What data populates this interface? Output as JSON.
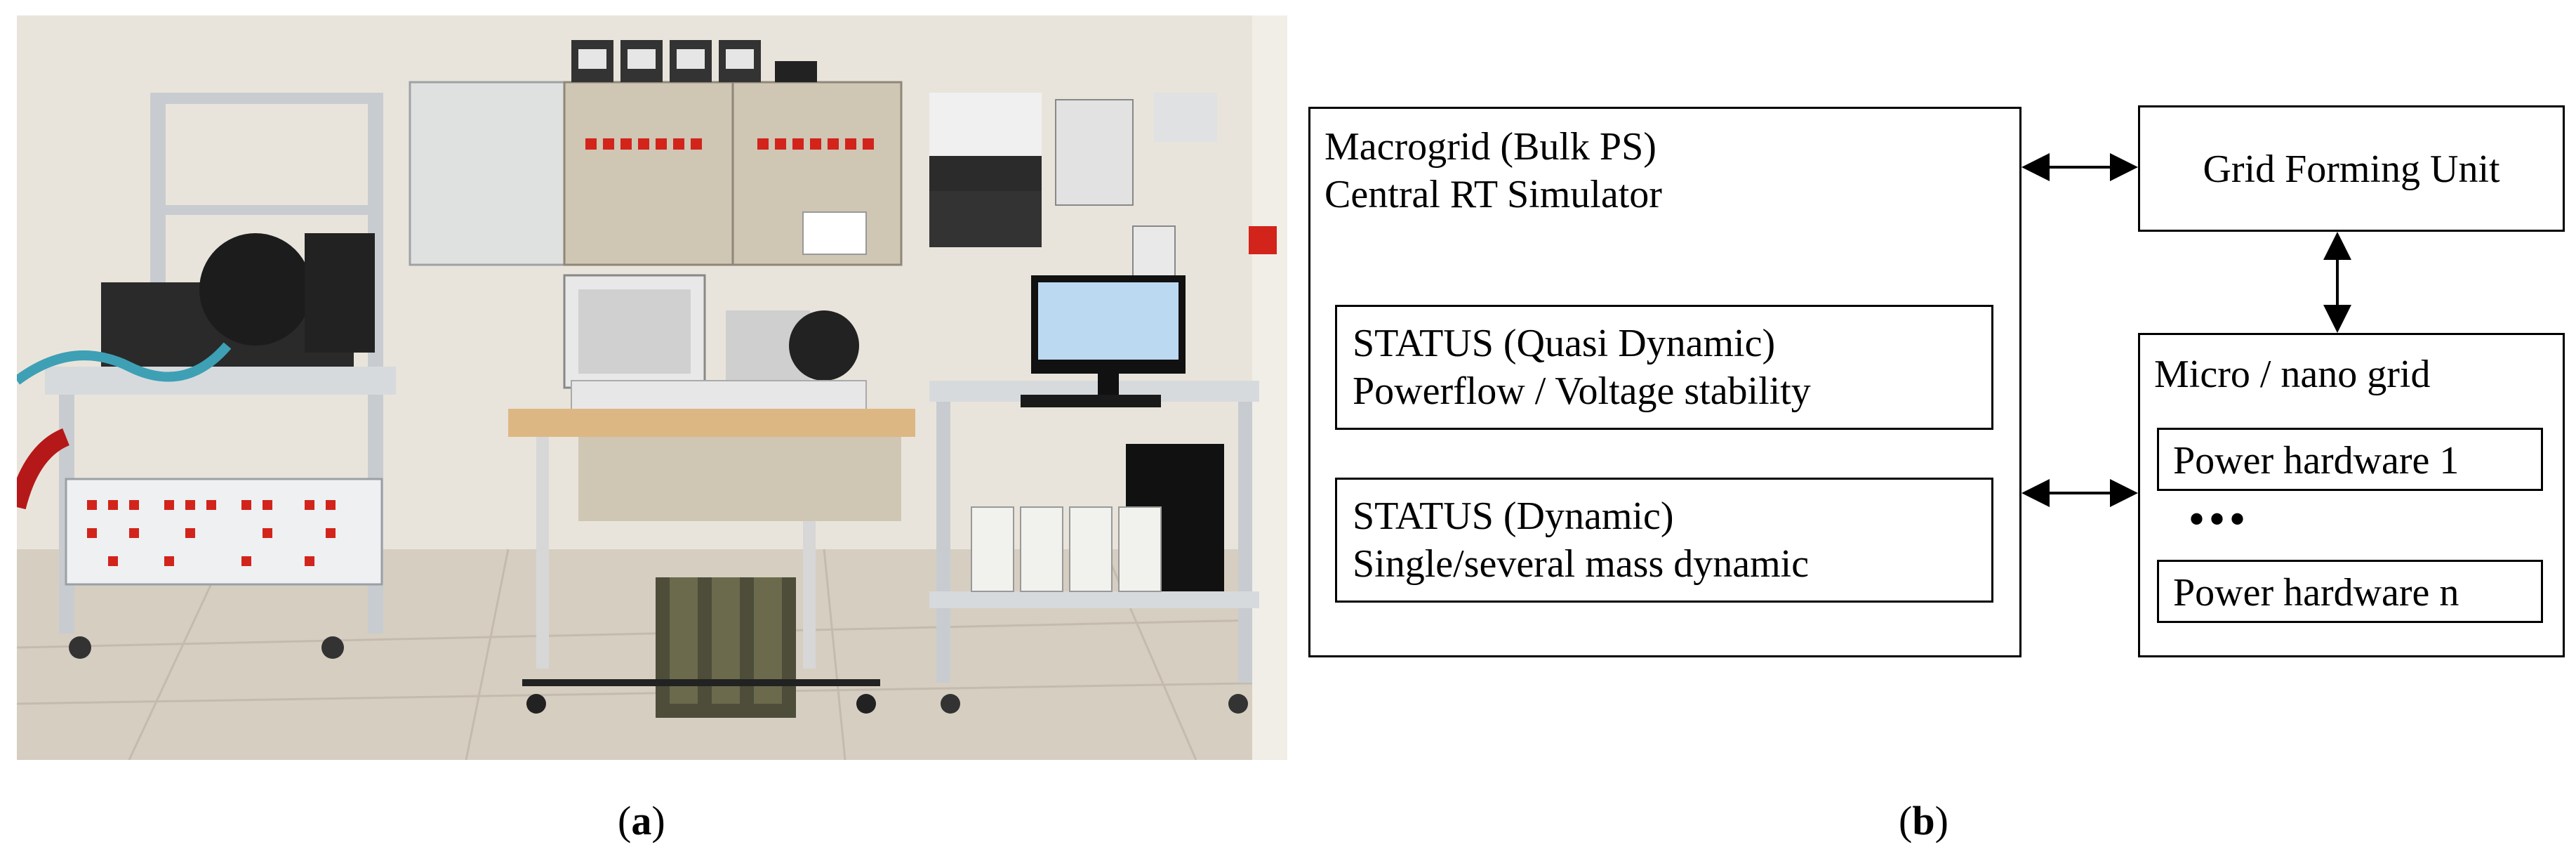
{
  "panel_a": {
    "caption_letter": "a",
    "photo_description_icon": "laboratory-photo"
  },
  "panel_b": {
    "caption_letter": "b",
    "macrogrid": {
      "line1": "Macrogrid (Bulk PS)",
      "line2": "Central RT Simulator"
    },
    "status_quasi": {
      "line1": "STATUS (Quasi Dynamic)",
      "line2": "Powerflow / Voltage stability"
    },
    "status_dynamic": {
      "line1": "STATUS (Dynamic)",
      "line2": "Single/several mass dynamic"
    },
    "grid_forming": "Grid Forming Unit",
    "micro_grid": {
      "title": "Micro /  nano grid",
      "hw1": "Power hardware 1",
      "dots": "•••",
      "hwn": "Power hardware n"
    }
  },
  "colors": {
    "wall": "#e9e4db",
    "floor": "#d9d2c6",
    "frame": "#c8ccd0",
    "cabinet": "#cfc6b4",
    "red": "#d2241b",
    "screen": "#bcd9f2"
  }
}
